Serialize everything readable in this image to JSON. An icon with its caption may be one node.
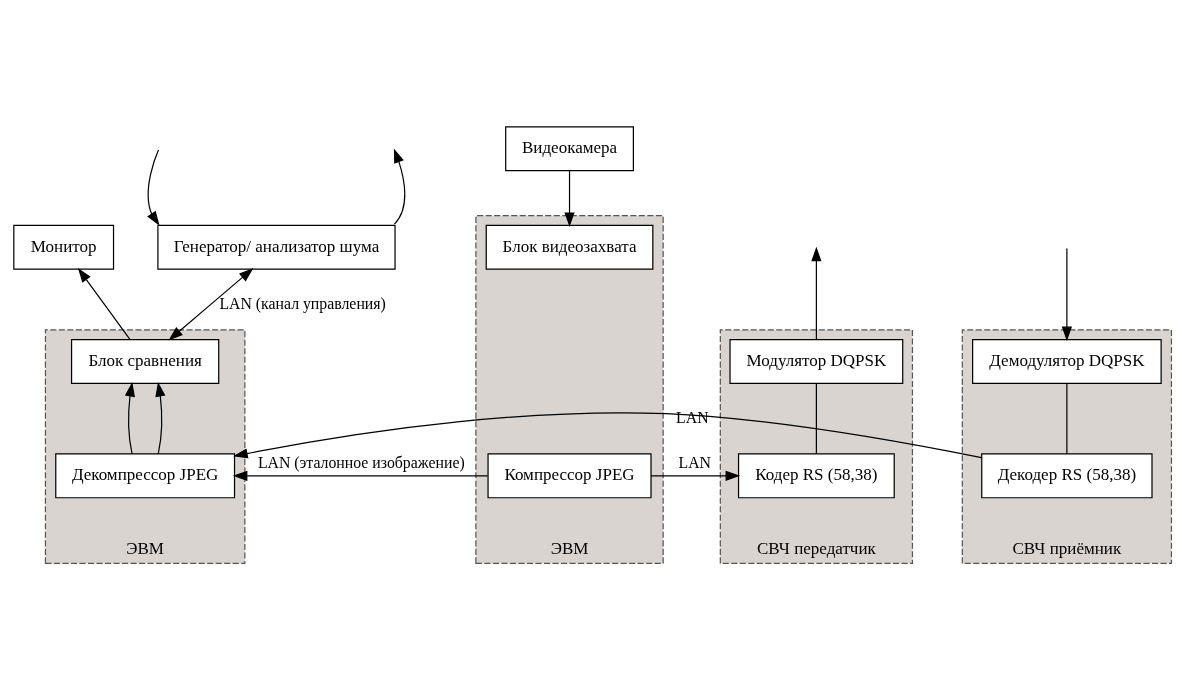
{
  "diagram": {
    "nodes": [
      {
        "text": [
          "Генератор/ анализатор шума"
        ]
      },
      {
        "text": [
          "Видеокамера"
        ]
      },
      {
        "text": [
          "Монитор"
        ]
      },
      {
        "text": [
          "ЭВМ"
        ]
      },
      {
        "text": [
          "Блок видеозахвата"
        ],
        "in": 3
      },
      {
        "text": [
          "Компрессор JPEG"
        ],
        "in": 3
      },
      {
        "text": [
          "СВЧ передатчик"
        ]
      },
      {
        "text": [
          "Модулятор DQPSK"
        ],
        "in": 6
      },
      {
        "text": [
          "Кодер RS (58,38)"
        ],
        "in": 6
      },
      {
        "text": [
          "СВЧ приёмник"
        ]
      },
      {
        "text": [
          "Демодулятор DQPSK"
        ],
        "in": 9
      },
      {
        "text": [
          "Декодер RS (58,38)"
        ],
        "in": 9
      },
      {
        "text": [
          "ЭВМ"
        ]
      },
      {
        "text": [
          "Блок сравнения"
        ],
        "in": 12
      },
      {
        "text": [
          "Декомпрессор JPEG"
        ],
        "in": 12
      }
    ],
    "edges": [
      {
        "from": 1,
        "to": 4,
        "arrow": "to"
      },
      {
        "from": 5,
        "to": 8,
        "arrow": "to",
        "label": "LAN"
      },
      {
        "from": 7,
        "to": 8,
        "arrow": "none"
      },
      {
        "from": 7,
        "to": null,
        "arrow": "to"
      },
      {
        "from": null,
        "to": 10,
        "arrow": "to"
      },
      {
        "from": 10,
        "to": 11,
        "arrow": "none"
      },
      {
        "from": 11,
        "to": 14,
        "arrow": "to",
        "label": "LAN"
      },
      {
        "from": 5,
        "to": 14,
        "arrow": "to",
        "label": "LAN (эталонное изображение)"
      },
      {
        "from": 14,
        "to": 13,
        "arrow": "to"
      },
      {
        "from": 14,
        "to": 13,
        "arrow": "to"
      },
      {
        "from": 13,
        "to": 2,
        "arrow": "to"
      },
      {
        "from": 0,
        "to": 13,
        "arrow": "both",
        "label": "LAN (канал управления)"
      },
      {
        "from": null,
        "to": 0,
        "arrow": "to"
      },
      {
        "from": 0,
        "to": null,
        "arrow": "to"
      }
    ]
  }
}
